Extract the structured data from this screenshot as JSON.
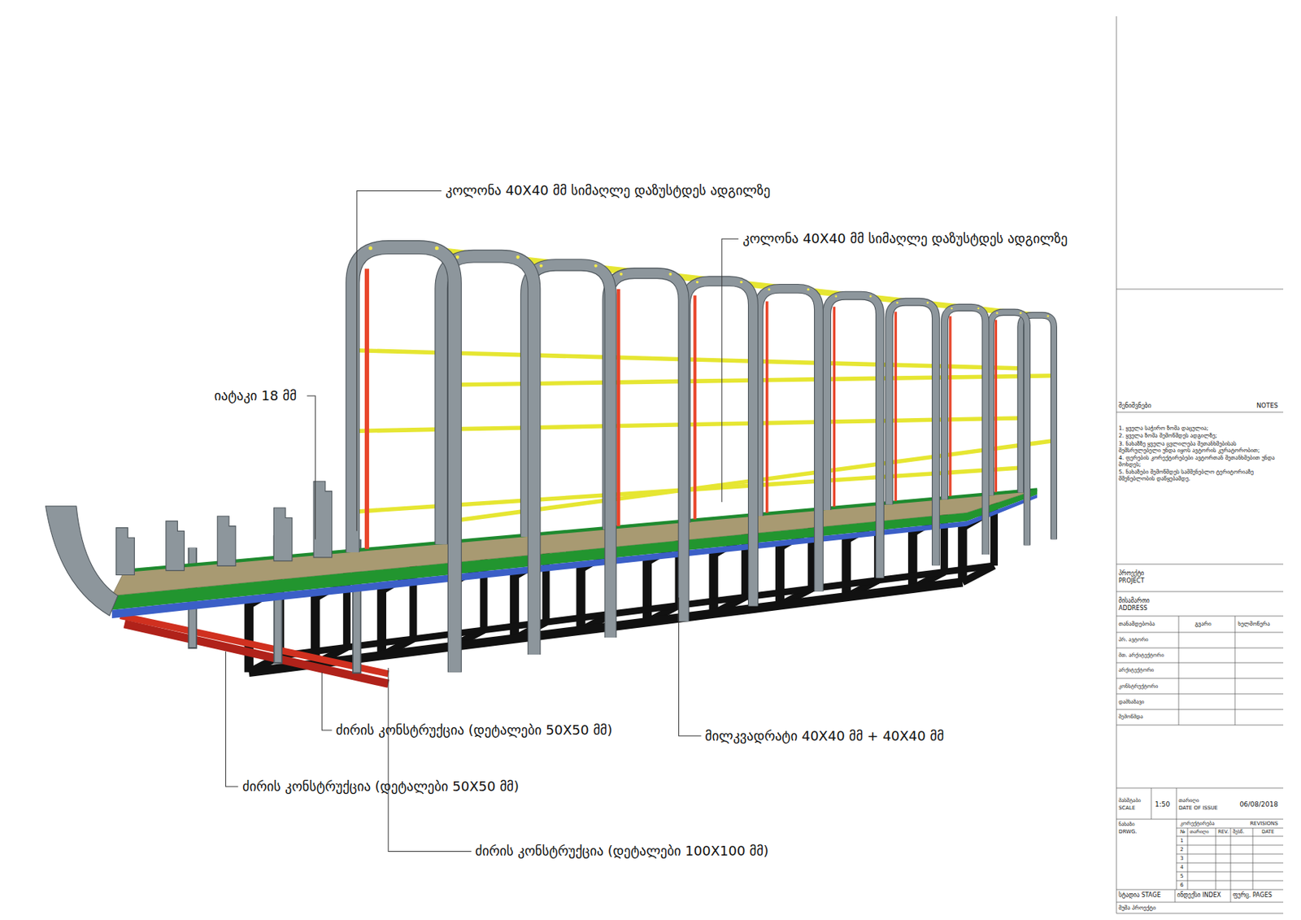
{
  "diagram": {
    "labels": [
      "კოლონა 40X40 მმ სიმაღლე დაზუსტდეს ადგილზე",
      "კოლონა 40X40 მმ სიმაღლე დაზუსტდეს ადგილზე",
      "იატაკი 18 მმ",
      "ძირის კონსტრუქცია (დეტალები 50X50 მმ)",
      "ძირის კონსტრუქცია (დეტალები 50X50 მმ)",
      "ძირის კონსტრუქცია (დეტალები 100X100 მმ)",
      "მილკვადრატი 40X40 მმ + 40X40 მმ",
      "შენიშვნები",
      "NOTES",
      "1. ყველა საჭირო ზომა დაცულია;",
      "2. ყველა ზომა შემოწმდეს ადგილზე;",
      "3. ნახაზზე ყველა ცვლილება შეთანხმებისას შემსრულებელი უნდა იყოს ავტორის კურატორობით;",
      "4. ფერების კორექტირებები ავტორთან შეთანხმებით უნდა მოხდეს;",
      "5. ნახაზები შემოწმდეს სამშენებლო ტერიტორიაზე მშენებლობის დაწყებამდე.",
      "პროექტი",
      "PROJECT",
      "მისამართი",
      "ADDRESS",
      "თანამდებობა",
      "გვარი",
      "ხელმოწერა",
      "პრ. ავტორი",
      "მთ. არქიტექტორი",
      "არქიტექტორი",
      "კონსტრუქტორი",
      "დამხაზავი",
      "შემოწმდა",
      "მასშტაბი",
      "SCALE",
      "1:50",
      "თარიღი",
      "DATE OF ISSUE",
      "06/08/2018",
      "ნახაზი",
      "DRWG.",
      "კორექტირება",
      "REVISIONS",
      "№",
      "თარიღი",
      "REV.",
      "შესწ.",
      "DATE",
      "1",
      "2",
      "3",
      "4",
      "5",
      "6",
      "სტადია STAGE",
      "ინდექსი INDEX",
      "ფურც. PAGES",
      "მუშა პროექტი"
    ]
  }
}
